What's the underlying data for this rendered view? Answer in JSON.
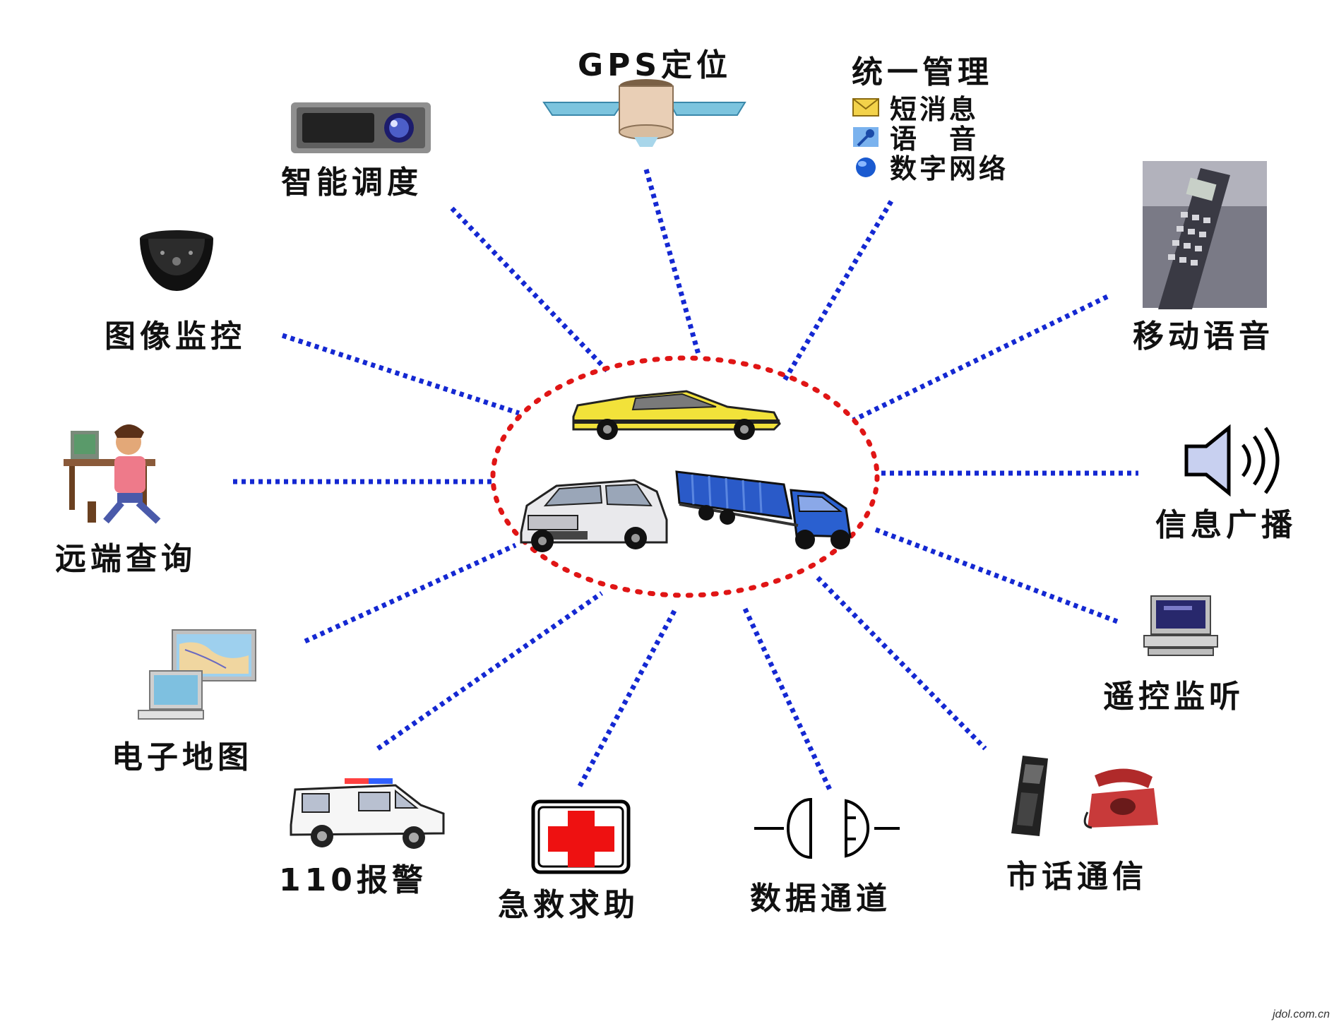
{
  "nodes": {
    "gps": "GPS定位",
    "dispatch": "智能调度",
    "video": "图像监控",
    "query": "远端查询",
    "map": "电子地图",
    "police": "110报警",
    "rescue": "急救求助",
    "data_channel": "数据通道",
    "city_phone": "市话通信",
    "remote_listen": "遥控监听",
    "broadcast": "信息广播",
    "mobile_voice": "移动语音"
  },
  "management": {
    "title": "统一管理",
    "items": [
      {
        "label": "短消息",
        "icon": "envelope-icon"
      },
      {
        "label": "语　音",
        "icon": "microphone-icon"
      },
      {
        "label": "数字网络",
        "icon": "globe-icon"
      }
    ]
  },
  "watermark": "jdol.com.cn",
  "colors": {
    "connector": "#1428d2",
    "ring": "#e01515",
    "rescue_cross": "#ee1111"
  }
}
